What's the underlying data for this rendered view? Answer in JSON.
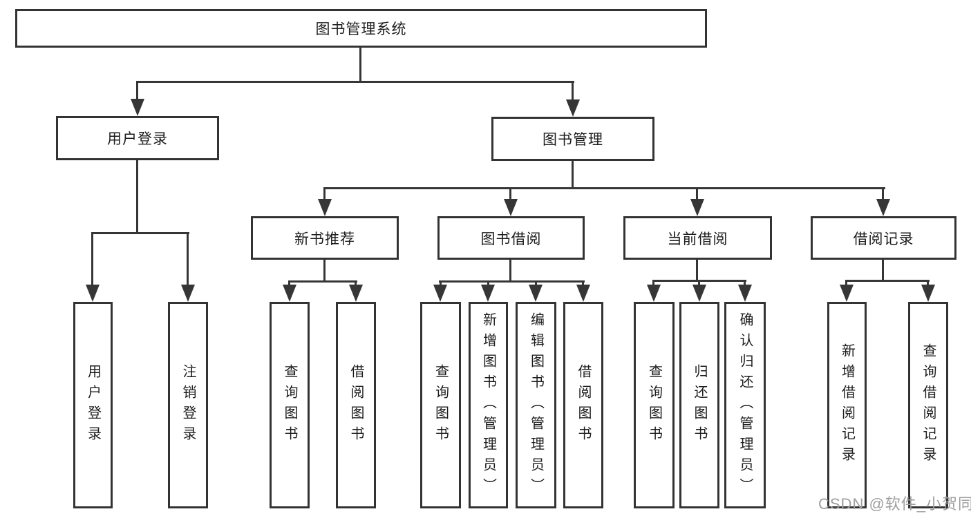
{
  "nodes": {
    "root": "图书管理系统",
    "l1": [
      "用户登录",
      "图书管理"
    ],
    "l2": [
      "新书推荐",
      "图书借阅",
      "当前借阅",
      "借阅记录"
    ],
    "leaves": {
      "login": [
        "用户登录",
        "注销登录"
      ],
      "recommend": [
        "查询图书",
        "借阅图书"
      ],
      "borrow": [
        "查询图书",
        "新增图书（管理员）",
        "编辑图书（管理员）",
        "借阅图书"
      ],
      "current": [
        "查询图书",
        "归还图书",
        "确认归还（管理员）"
      ],
      "records": [
        "新增借阅记录",
        "查询借阅记录"
      ]
    }
  },
  "watermark": "CSDN @软件_小贺同学",
  "colors": {
    "line": "#363636",
    "box_border": "#333333",
    "text": "#1c1c1c",
    "watermark": "#9e9e9e",
    "background": "#ffffff"
  }
}
